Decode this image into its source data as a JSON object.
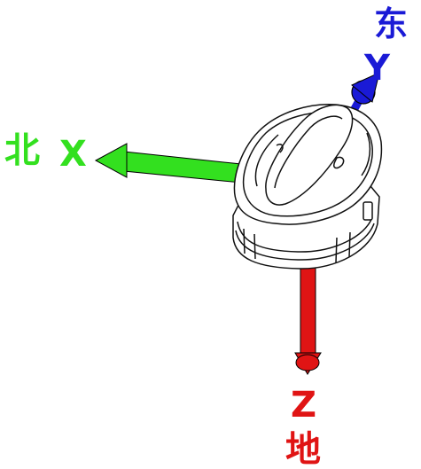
{
  "axes": {
    "x": {
      "letter": "X",
      "direction": "北",
      "color": "#33e01f"
    },
    "y": {
      "letter": "Y",
      "direction": "东",
      "color": "#1a1ad6"
    },
    "z": {
      "letter": "Z",
      "direction": "地",
      "color": "#e01414"
    }
  },
  "device": {
    "outline": "#111111",
    "fill": "#ffffff"
  }
}
